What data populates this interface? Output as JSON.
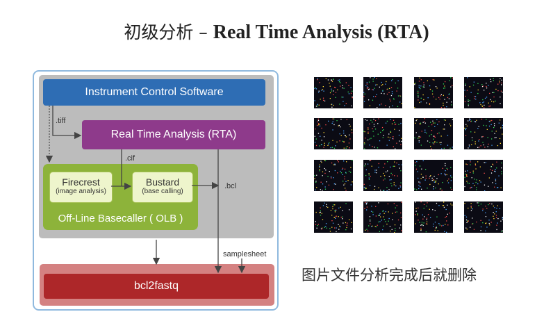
{
  "title": {
    "prefix": "初级分析 – ",
    "bold": "Real Time Analysis (RTA)"
  },
  "diagram": {
    "instrument_control": "Instrument Control Software",
    "rta": "Real Time Analysis (RTA)",
    "firecrest_title": "Firecrest",
    "firecrest_sub": "(image analysis)",
    "bustard_title": "Bustard",
    "bustard_sub": "(base calling)",
    "olb_label": "Off-Line Basecaller ( OLB )",
    "bcl2fastq": "bcl2fastq",
    "label_tiff": ".tiff",
    "label_cif": ".cif",
    "label_bcl": ".bcl",
    "label_samplesheet": "samplesheet"
  },
  "caption": "图片文件分析完成后就删除",
  "colors": {
    "ics": "#2e6db4",
    "rta": "#8e3a8b",
    "olb": "#8db33a",
    "bcl2fastq": "#ad2729",
    "frame": "#8fb9de"
  }
}
